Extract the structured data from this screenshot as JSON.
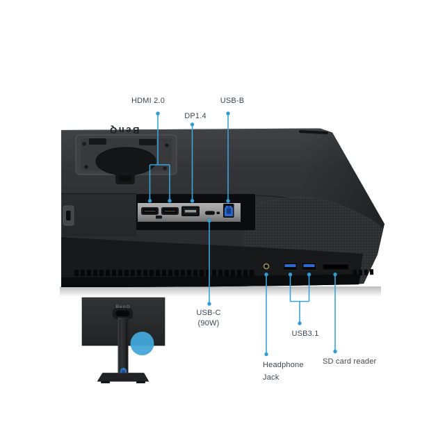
{
  "title": "Monitor rear I/O ports diagram",
  "brand": {
    "rear_logo": "BenQ",
    "thumbnail_logo": "BenQ"
  },
  "labels": {
    "hdmi": "HDMI 2.0",
    "dp": "DP1.4",
    "usb_b": "USB-B",
    "usb_c_line1": "USB-C",
    "usb_c_line2": "(90W)",
    "usb31": "USB3.1",
    "headphone_line1": "Headphone",
    "headphone_line2": "Jack",
    "sd": "SD card reader"
  },
  "ports": {
    "io_panel": [
      "hdmi-port-1",
      "hdmi-port-2",
      "displayport-port",
      "usb-c-port",
      "usb-b-port"
    ],
    "bottom_edge": [
      "headphone-jack-port",
      "usb-a-port-1",
      "usb-a-port-2",
      "sd-card-slot"
    ]
  },
  "colors": {
    "callout_blue": "#38A4DC",
    "highlight_circle_blue": "#42A7D8",
    "usb_connector_blue": "#2C6BD2",
    "label_text": "#3A4650",
    "monitor_body_dark": "#2B2D2F",
    "background": "#FFFFFF"
  }
}
